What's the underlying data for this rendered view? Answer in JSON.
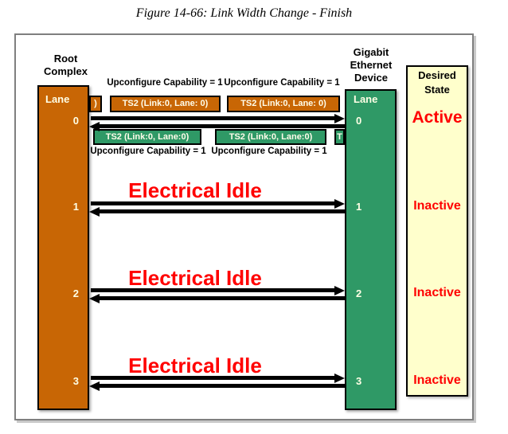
{
  "title": "Figure 14-66: Link Width Change - Finish",
  "root_complex": {
    "label": "Root Complex",
    "lane_header": "Lane"
  },
  "endpoint": {
    "label": "Gigabit Ethernet Device",
    "lane_header": "Lane"
  },
  "desired_state": {
    "header": "Desired State"
  },
  "lane0": {
    "upconfigure_top_left": "Upconfigure Capability = 1",
    "upconfigure_top_right": "Upconfigure Capability = 1",
    "upconfigure_bottom_left": "Upconfigure Capability = 1",
    "upconfigure_bottom_right": "Upconfigure Capability = 1",
    "tx_partial": ")",
    "tx_ts2_1": "TS2 (Link:0, Lane: 0)",
    "tx_ts2_2": "TS2 (Link:0, Lane: 0)",
    "rx_ts2_1": "TS2 (Link:0, Lane:0)",
    "rx_ts2_2": "TS2 (Link:0, Lane:0)",
    "rx_partial": "T"
  },
  "lanes": [
    {
      "number": "0",
      "idle_label": "",
      "desired": "Active"
    },
    {
      "number": "1",
      "idle_label": "Electrical Idle",
      "desired": "Inactive"
    },
    {
      "number": "2",
      "idle_label": "Electrical Idle",
      "desired": "Inactive"
    },
    {
      "number": "3",
      "idle_label": "Electrical Idle",
      "desired": "Inactive"
    }
  ],
  "colors": {
    "orange": "#C86605",
    "green": "#2F9966",
    "yellow": "#FFFFCC",
    "red": "#FF0000"
  }
}
